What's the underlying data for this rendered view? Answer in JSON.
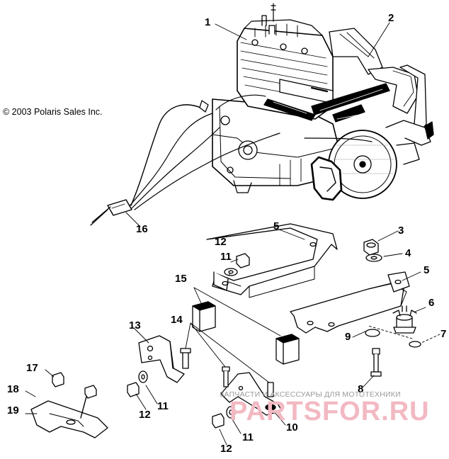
{
  "copyright": "© 2003 Polaris Sales Inc.",
  "callouts": [
    "1",
    "2",
    "3",
    "4",
    "5",
    "5",
    "6",
    "7",
    "8",
    "9",
    "10",
    "11",
    "11",
    "11",
    "12",
    "12",
    "12",
    "13",
    "14",
    "15",
    "16",
    "17",
    "18",
    "19"
  ],
  "watermark": {
    "caption": "ЗАПЧАСТИ И АКСЕССУАРЫ ДЛЯ МОТОТЕХНИКИ",
    "logo": "PARTSFOR.RU",
    "color": "#f2b9c3"
  },
  "parts_icons": [
    "engine-assembly",
    "exhaust-pipe",
    "nut",
    "washer",
    "mount-bracket",
    "rubber-mount",
    "bolt",
    "cable-harness",
    "damper-block",
    "support-plate"
  ]
}
